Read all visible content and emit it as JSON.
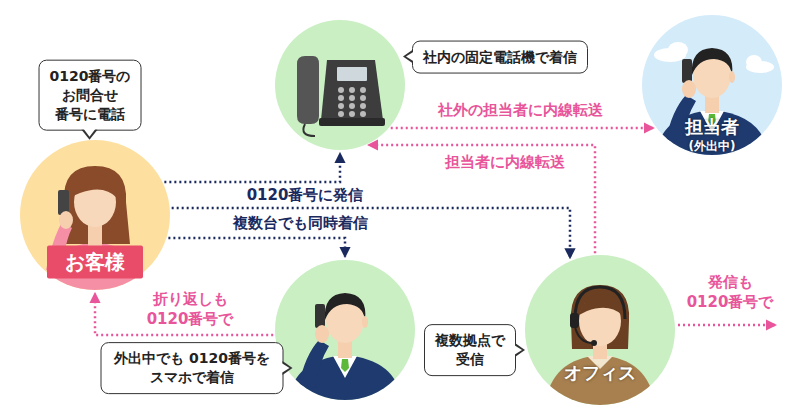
{
  "diagram": {
    "nodes": [
      {
        "text": [
          "0120番号の お問合せ 番号に電話",
          "お客様"
        ]
      },
      {
        "text": [
          "社内の固定電話機で着信"
        ]
      },
      {
        "text": [
          "担当者",
          "(外出中)"
        ]
      },
      {
        "text": [
          "外出中でも 0120番号を スマホで着信"
        ]
      },
      {
        "text": [
          "複数拠点で 受信",
          "オフィス"
        ]
      }
    ],
    "edges": [
      {
        "from": 0,
        "to": 1,
        "arrow": "to"
      },
      {
        "from": 0,
        "to": 3,
        "arrow": "to"
      },
      {
        "from": 0,
        "to": 4,
        "arrow": "to"
      },
      {
        "from": 1,
        "to": 2,
        "label": "社外の担当者に内線転送",
        "arrow": "to"
      },
      {
        "from": 4,
        "to": 1,
        "label": "担当者に内線転送",
        "arrow": "to"
      },
      {
        "from": 3,
        "to": 0,
        "label": "折り返しも 0120番号で",
        "arrow": "to"
      }
    ],
    "labels": [
      "0120番号に発信",
      "複数台でも同時着信",
      "発信も 0120番号で"
    ]
  }
}
